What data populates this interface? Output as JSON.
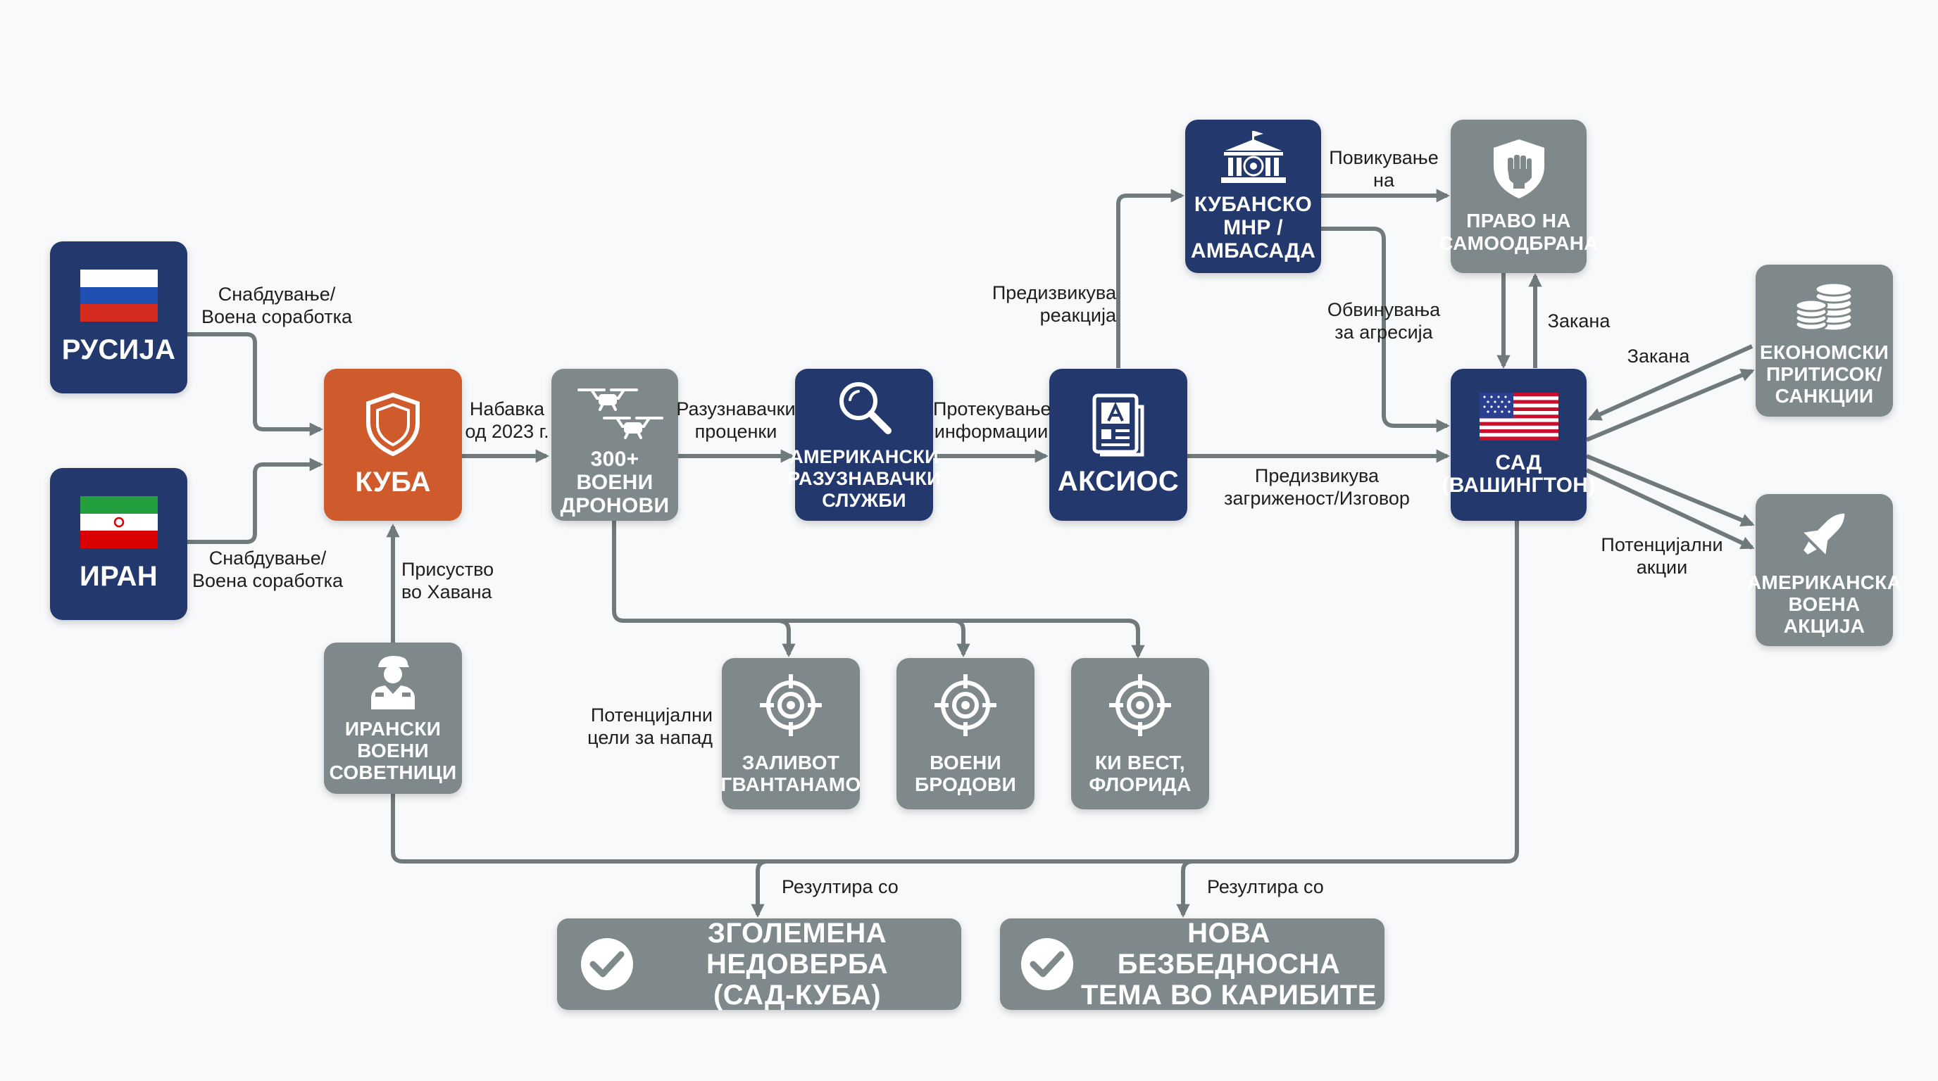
{
  "colors": {
    "navy": "#23386d",
    "orange": "#cf5a2c",
    "gray": "#7f898b",
    "line": "#707a7c"
  },
  "nodes": {
    "russia": {
      "label": "РУСИЈА",
      "icon": "russia-flag-icon"
    },
    "iran": {
      "label": "ИРАН",
      "icon": "iran-flag-icon"
    },
    "cuba": {
      "label": "КУБА",
      "icon": "shield-icon"
    },
    "drones": {
      "label": "300+\nВОЕНИ\nДРОНОВИ",
      "icon": "drone-icon"
    },
    "intel": {
      "label": "АМЕРИКАНСКИ\nРАЗУЗНАВАЧКИ\nСЛУЖБИ",
      "icon": "magnifier-icon"
    },
    "axios": {
      "label": "АКСИОС",
      "icon": "news-icon"
    },
    "cuba_ministry": {
      "label": "КУБАНСКО\nМНР /\nАМБАСАДА",
      "icon": "embassy-icon"
    },
    "self_defense": {
      "label": "ПРАВО НА\nСАМООДБРАНА",
      "icon": "fist-shield-icon"
    },
    "usa": {
      "label": "САД\n(ВАШИНГТОН)",
      "icon": "usa-flag-icon"
    },
    "economic": {
      "label": "ЕКОНОМСКИ\nПРИТИСОК/\nСАНКЦИИ",
      "icon": "coins-icon"
    },
    "military_action": {
      "label": "АМЕРИКАНСКА\nВОЕНА\nАКЦИЈА",
      "icon": "missile-icon"
    },
    "advisors": {
      "label": "ИРАНСКИ\nВОЕНИ\nСОВЕТНИЦИ",
      "icon": "soldier-icon"
    },
    "target_guantanamo": {
      "label": "ЗАЛИВОТ\nГВАНТАНАМО",
      "icon": "target-icon"
    },
    "target_ships": {
      "label": "ВОЕНИ\nБРОДОВИ",
      "icon": "target-icon"
    },
    "target_keywest": {
      "label": "КИ ВЕСТ,\nФЛОРИДА",
      "icon": "target-icon"
    }
  },
  "edge_labels": {
    "russia_cuba": "Снабдување/\nВоена соработка",
    "iran_cuba": "Снабдување/\nВоена соработка",
    "cuba_drones": "Набавка\nод 2023 г.",
    "drones_intel": "Разузнавачки\nпроценки",
    "intel_axios": "Протекување\nинформации",
    "axios_ministry": "Предизвикува\nреакција",
    "ministry_selfdef": "Повикување\nна",
    "ministry_usa": "Обвинувања\nза агресија",
    "selfdef_usa": "Закана",
    "axios_usa": "Предизвикува\nзагриженост/Изговор",
    "usa_economic": "Закана",
    "usa_military": "Потенцијални\nакции",
    "advisors_cuba": "Присуство\nво Хавана",
    "targets": "Потенцијални\nцели за напад",
    "result_1": "Резултира со",
    "result_2": "Резултира со"
  },
  "outcomes": [
    {
      "label": "ЗГОЛЕМЕНА НЕДОВЕРБА\n(САД-КУБА)",
      "icon": "check-icon"
    },
    {
      "label": "НОВА БЕЗБЕДНОСНА\nТЕМА ВО КАРИБИТЕ",
      "icon": "check-icon"
    }
  ]
}
